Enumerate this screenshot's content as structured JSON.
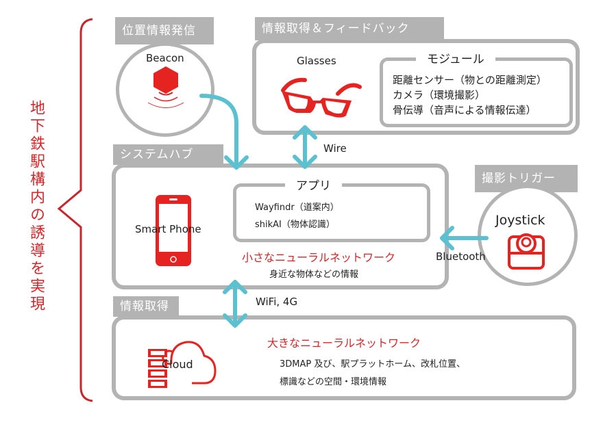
{
  "side_title": "地下鉄駅構内の誘導を実現",
  "beacon": {
    "tab": "位置情報発信",
    "label": "Beacon"
  },
  "glasses": {
    "tab": "情報取得＆フィードバック",
    "label": "Glasses",
    "module": {
      "title": "モジュール",
      "items": [
        "距離センサー（物との距離測定）",
        "カメラ（環境撮影）",
        "骨伝導（音声による情報伝達）"
      ]
    }
  },
  "connections": {
    "wire": "Wire",
    "bluetooth": "Bluetooth",
    "wifi": "WiFi, 4G"
  },
  "hub": {
    "tab": "システムハブ",
    "phone_label": "Smart Phone",
    "app": {
      "title": "アプリ",
      "items": [
        "Wayfindr（道案内）",
        "shikAI（物体認識）"
      ]
    },
    "nn_title": "小さなニューラルネットワーク",
    "nn_desc": "身近な物体などの情報"
  },
  "trigger": {
    "tab": "撮影トリガー",
    "label": "Joystick"
  },
  "cloud": {
    "tab": "情報取得",
    "label": "Cloud",
    "nn_title": "大きなニューラルネットワーク",
    "desc_lines": [
      "3DMAP 及び、駅プラットホーム、改札位置、",
      "標識などの空間・環境情報"
    ]
  },
  "colors": {
    "accent_red": "#d7262a",
    "arrow_blue": "#5bc0cf",
    "frame_gray": "#b3b3b3"
  }
}
